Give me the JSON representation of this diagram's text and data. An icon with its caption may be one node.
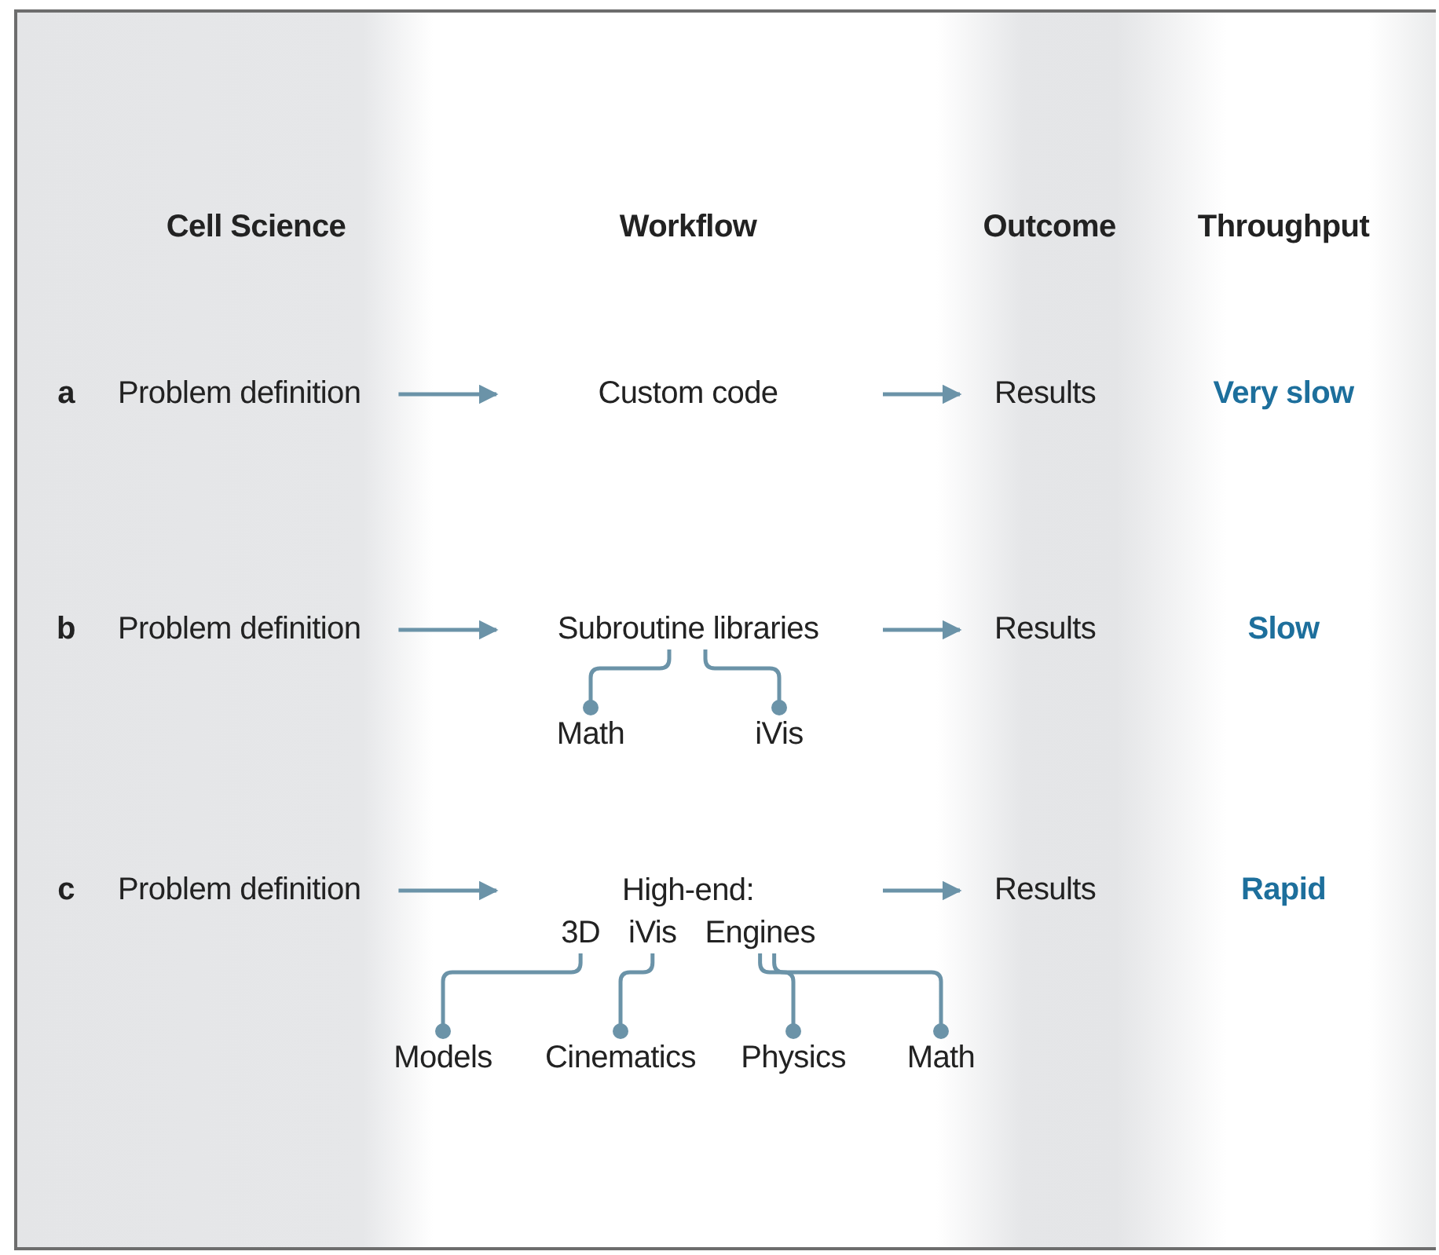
{
  "diagram": {
    "nodes": [
      {
        "text": [
          "Problem definition"
        ]
      },
      {
        "text": [
          "Custom code"
        ]
      },
      {
        "text": [
          "Results"
        ]
      },
      {
        "text": [
          "Problem definition"
        ]
      },
      {
        "text": [
          "Subroutine libraries"
        ]
      },
      {
        "text": [
          "Results"
        ]
      },
      {
        "text": [
          "Math"
        ]
      },
      {
        "text": [
          "iVis"
        ]
      },
      {
        "text": [
          "Problem definition"
        ]
      },
      {
        "text": [
          "High-end:"
        ]
      },
      {
        "text": [
          "3D"
        ],
        "in": 9
      },
      {
        "text": [
          "iVis"
        ],
        "in": 9
      },
      {
        "text": [
          "Engines"
        ],
        "in": 9
      },
      {
        "text": [
          "Results"
        ]
      },
      {
        "text": [
          "Models"
        ]
      },
      {
        "text": [
          "Cinematics"
        ]
      },
      {
        "text": [
          "Physics"
        ]
      },
      {
        "text": [
          "Math"
        ]
      }
    ],
    "edges": [
      {
        "from": 0,
        "to": 1,
        "arrow": "to"
      },
      {
        "from": 1,
        "to": 2,
        "arrow": "to"
      },
      {
        "from": 3,
        "to": 4,
        "arrow": "to"
      },
      {
        "from": 4,
        "to": 5,
        "arrow": "to"
      },
      {
        "from": 4,
        "to": 6,
        "arrow": "other"
      },
      {
        "from": 4,
        "to": 7,
        "arrow": "other"
      },
      {
        "from": 8,
        "to": 9,
        "arrow": "to"
      },
      {
        "from": 9,
        "to": 13,
        "arrow": "to"
      },
      {
        "from": 10,
        "to": 14,
        "arrow": "other"
      },
      {
        "from": 11,
        "to": 15,
        "arrow": "other"
      },
      {
        "from": 12,
        "to": 16,
        "arrow": "other"
      },
      {
        "from": 12,
        "to": 17,
        "arrow": "other"
      }
    ],
    "labels": [
      "Cell Science",
      "Workflow",
      "Outcome",
      "Throughput",
      "a",
      "Very slow",
      "b",
      "Slow",
      "c",
      "Rapid"
    ]
  }
}
